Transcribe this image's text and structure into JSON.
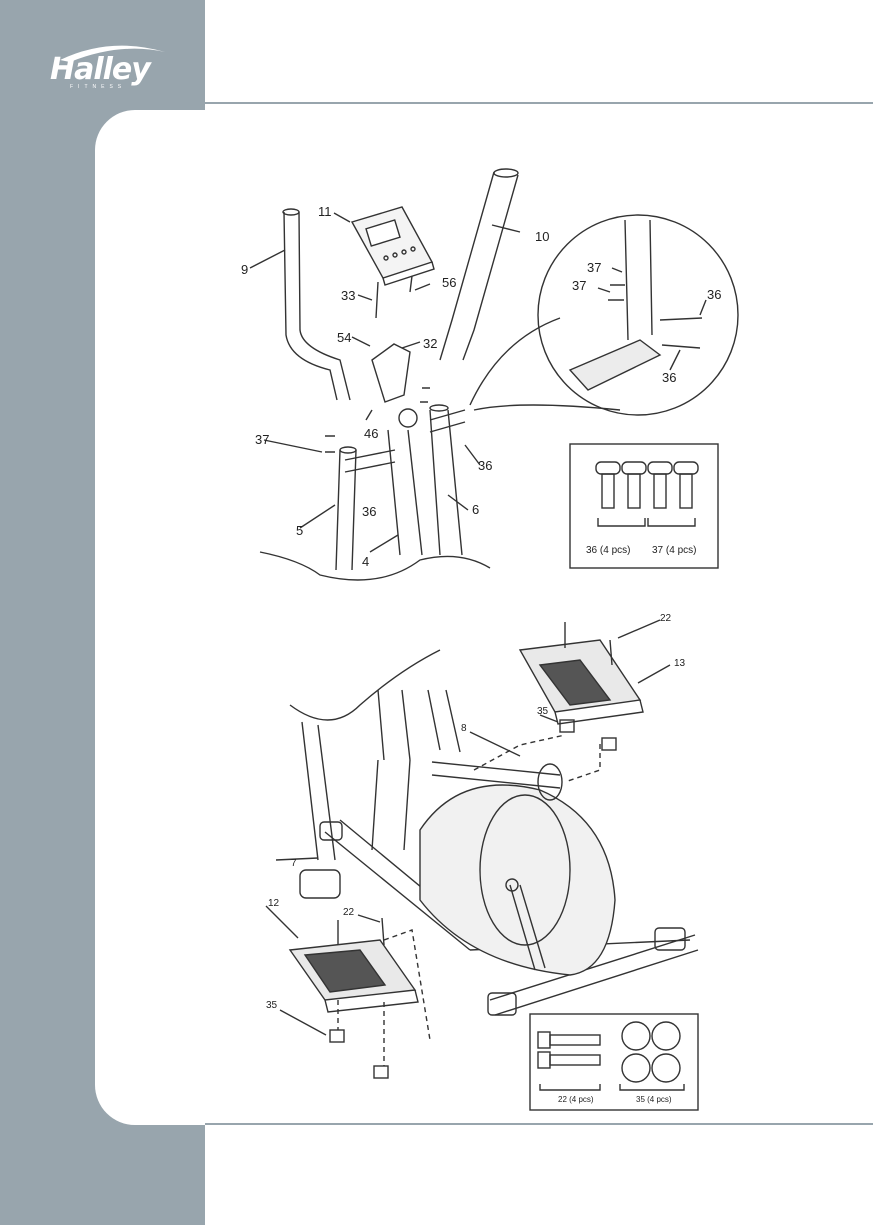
{
  "brand": {
    "name": "Halley",
    "tagline": "FITNESS"
  },
  "figure_top": {
    "callouts": {
      "p11": "11",
      "p10": "10",
      "p9": "9",
      "p33": "33",
      "p56": "56",
      "p54": "54",
      "p32": "32",
      "p46": "46",
      "p37a": "37",
      "p36a": "36",
      "p5": "5",
      "p4": "4",
      "p6": "6",
      "p36b": "36"
    },
    "detail_callouts": {
      "p37a": "37",
      "p37b": "37",
      "p36a": "36",
      "p36b": "36"
    },
    "hardware_box": {
      "label_left": "36 (4 pcs)",
      "label_right": "37 (4 pcs)"
    }
  },
  "figure_bottom": {
    "callouts": {
      "p22a": "22",
      "p13": "13",
      "p35a": "35",
      "p8": "8",
      "p7": "7",
      "p12": "12",
      "p22b": "22",
      "p35b": "35"
    },
    "hardware_box": {
      "label_left": "22 (4 pcs)",
      "label_right": "35 (4 pcs)"
    }
  }
}
